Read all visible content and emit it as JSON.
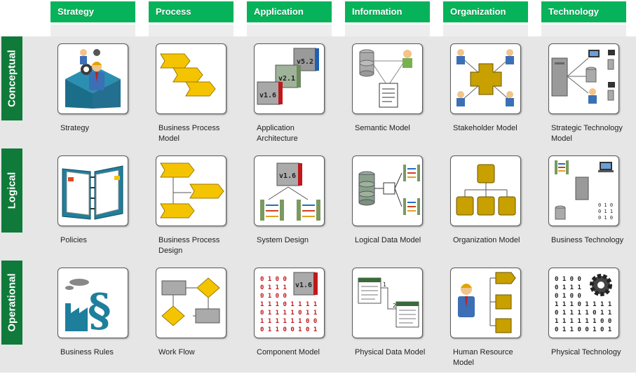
{
  "columns": [
    "Strategy",
    "Process",
    "Application",
    "Information",
    "Organization",
    "Technology"
  ],
  "rows": [
    "Conceptual",
    "Logical",
    "Operational"
  ],
  "cells": [
    [
      {
        "label": "Strategy",
        "icon": "strategy-icon"
      },
      {
        "label": "Business Process Model",
        "icon": "process-chevrons-icon"
      },
      {
        "label": "Application Architecture",
        "icon": "version-boxes-icon"
      },
      {
        "label": "Semantic Model",
        "icon": "database-person-document-icon"
      },
      {
        "label": "Stakeholder Model",
        "icon": "stakeholder-cross-icon"
      },
      {
        "label": "Strategic Technology Model",
        "icon": "server-network-icon"
      }
    ],
    [
      {
        "label": "Policies",
        "icon": "binder-icon"
      },
      {
        "label": "Business Process Design",
        "icon": "process-flow-icon"
      },
      {
        "label": "System Design",
        "icon": "system-interfaces-icon"
      },
      {
        "label": "Logical Data Model",
        "icon": "data-flow-icon"
      },
      {
        "label": "Organization Model",
        "icon": "org-chart-icon"
      },
      {
        "label": "Business Technology",
        "icon": "tech-components-icon"
      }
    ],
    [
      {
        "label": "Business Rules",
        "icon": "section-factory-icon"
      },
      {
        "label": "Work Flow",
        "icon": "workflow-icon"
      },
      {
        "label": "Component Model",
        "icon": "binary-component-icon"
      },
      {
        "label": "Physical Data Model",
        "icon": "linked-documents-icon"
      },
      {
        "label": "Human Resource Model",
        "icon": "person-hierarchy-icon"
      },
      {
        "label": "Physical Technology",
        "icon": "binary-gear-icon"
      }
    ]
  ],
  "icon_text": {
    "v52": "v5.2",
    "v21": "v2.1",
    "v16": "v1.6",
    "n1": "1",
    "n2": "2",
    "bin_small": [
      "0 1 0",
      "0 1 1",
      "0 1 0"
    ],
    "bin_component": [
      "0 1 0 0",
      "0 1 1 1",
      "0 1 0 0",
      "1 1 1 0 1 1 1 1",
      "0 1 1 1 1 0 1 1",
      "1 1 1 1 1 1 0 0",
      "0 1 1 0 0 1 0 1"
    ],
    "bin_tech": [
      "0 1 0 0",
      "0 1 1 1",
      "0 1 0 0",
      "1 1 1 0 1 1 1 1",
      "0 1 1 1 1 0 1 1",
      "1 1 1 1 1 1 0 0",
      "0 1 1 0 0 1 0 1"
    ]
  },
  "colors": {
    "header_green": "#07b35a",
    "row_green": "#0f7a3a",
    "icon_yellow": "#f5c400",
    "icon_gold": "#c8a000",
    "icon_teal": "#1e7f9c",
    "icon_red": "#c0181c"
  }
}
